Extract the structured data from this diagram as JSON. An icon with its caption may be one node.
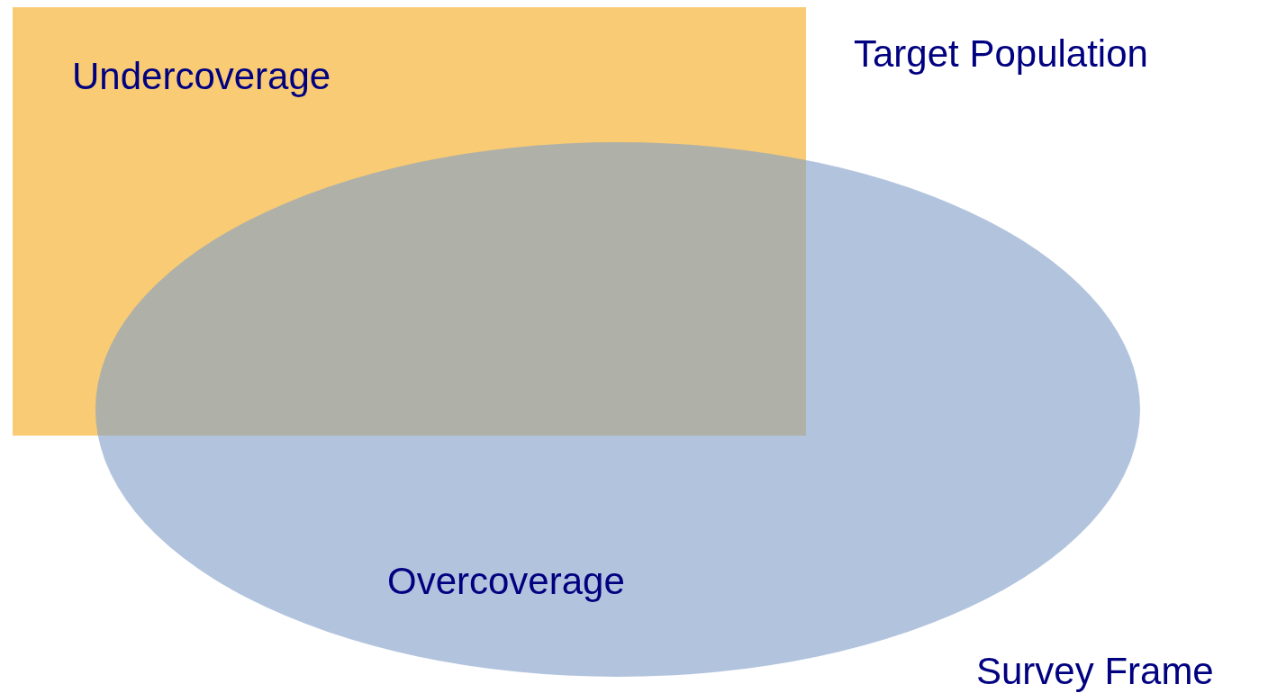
{
  "diagram": {
    "nodes": [
      {
        "text": [
          "Target Population",
          "Undercoverage"
        ]
      },
      {
        "text": [
          "Survey Frame",
          "Overcoverage"
        ]
      }
    ],
    "edges": []
  }
}
